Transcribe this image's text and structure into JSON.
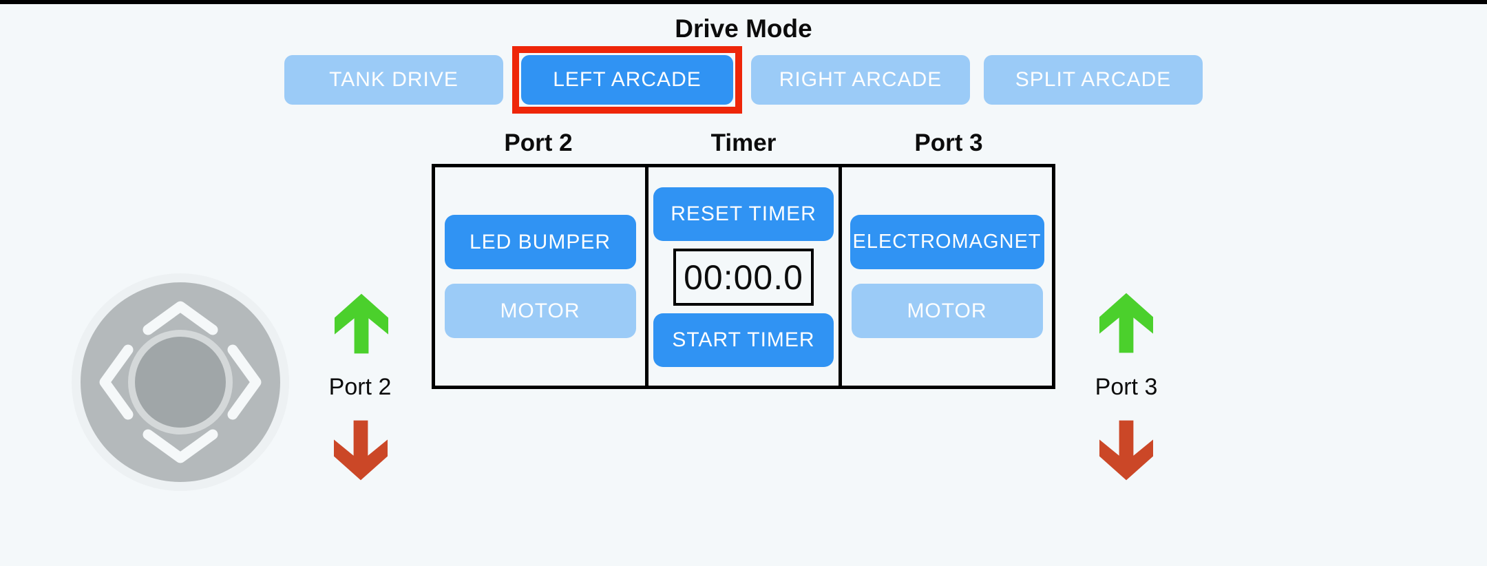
{
  "title": "Drive Mode",
  "drive_modes": {
    "tank": "TANK DRIVE",
    "left_arcade": "LEFT ARCADE",
    "right_arcade": "RIGHT ARCADE",
    "split_arcade": "SPLIT ARCADE",
    "selected": "LEFT ARCADE"
  },
  "panels": {
    "port2": {
      "label": "Port 2",
      "device_button": "LED BUMPER",
      "motor_button": "MOTOR"
    },
    "timer": {
      "label": "Timer",
      "reset_button": "RESET TIMER",
      "display": "00:00.0",
      "start_button": "START TIMER"
    },
    "port3": {
      "label": "Port 3",
      "device_button": "ELECTROMAGNET",
      "motor_button": "MOTOR"
    }
  },
  "port_arrows": {
    "left": {
      "label": "Port 2"
    },
    "right": {
      "label": "Port 3"
    }
  },
  "icons": {
    "joystick": "joystick-pad",
    "up_arrow": "green-up-arrow",
    "down_arrow": "red-down-arrow"
  },
  "colors": {
    "bg": "#f4f8fa",
    "active-blue": "#3093f3",
    "inactive-blue": "#9bcbf7",
    "selected-red": "#ee2609",
    "arrow-green": "#4bd02c",
    "arrow-red": "#cb4727",
    "text-dark": "#0c0c0c",
    "button-text": "#fefefe",
    "pad-gray": "#b4b9bb",
    "pad-outer": "#edf1f3",
    "pad-ring": "#d4d8d9",
    "pad-knob": "#a0a6a8",
    "chevron": "#f5f8f9",
    "top-bar": "#000000"
  }
}
